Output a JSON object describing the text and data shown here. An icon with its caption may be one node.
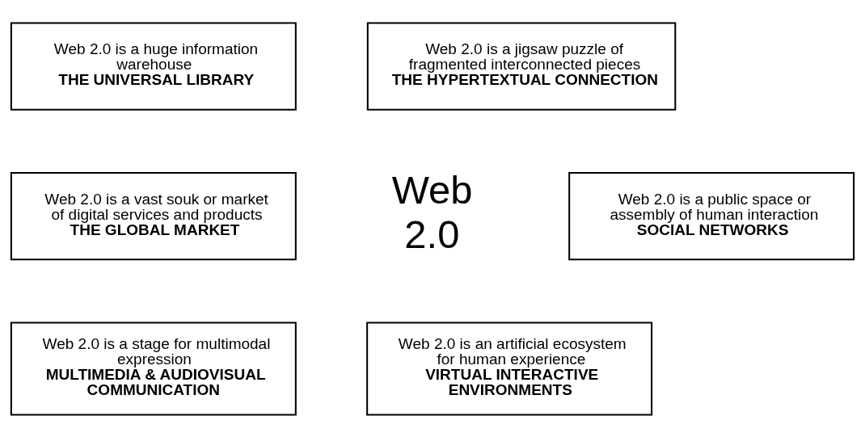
{
  "diagram": {
    "nodes": [
      {
        "text": [
          "Web 2.0 is a huge information warehouse",
          "THE UNIVERSAL LIBRARY"
        ]
      },
      {
        "text": [
          "Web 2.0 is a jigsaw puzzle of fragmented interconnected pieces",
          "THE HYPERTEXTUAL CONNECTION"
        ]
      },
      {
        "text": [
          "Web 2.0 is a vast souk or market of digital services and products",
          "THE GLOBAL MARKET"
        ]
      },
      {
        "text": [
          "Web 2.0 is a public space or assembly of human interaction",
          "SOCIAL NETWORKS"
        ]
      },
      {
        "text": [
          "Web 2.0 is a stage for multimodal expression",
          "MULTIMEDIA & AUDIOVISUAL COMMUNICATION"
        ]
      },
      {
        "text": [
          "Web 2.0 is an artificial ecosystem for human experience",
          "VIRTUAL INTERACTIVE ENVIRONMENTS"
        ]
      }
    ],
    "labels": [
      "Web 2.0"
    ]
  }
}
